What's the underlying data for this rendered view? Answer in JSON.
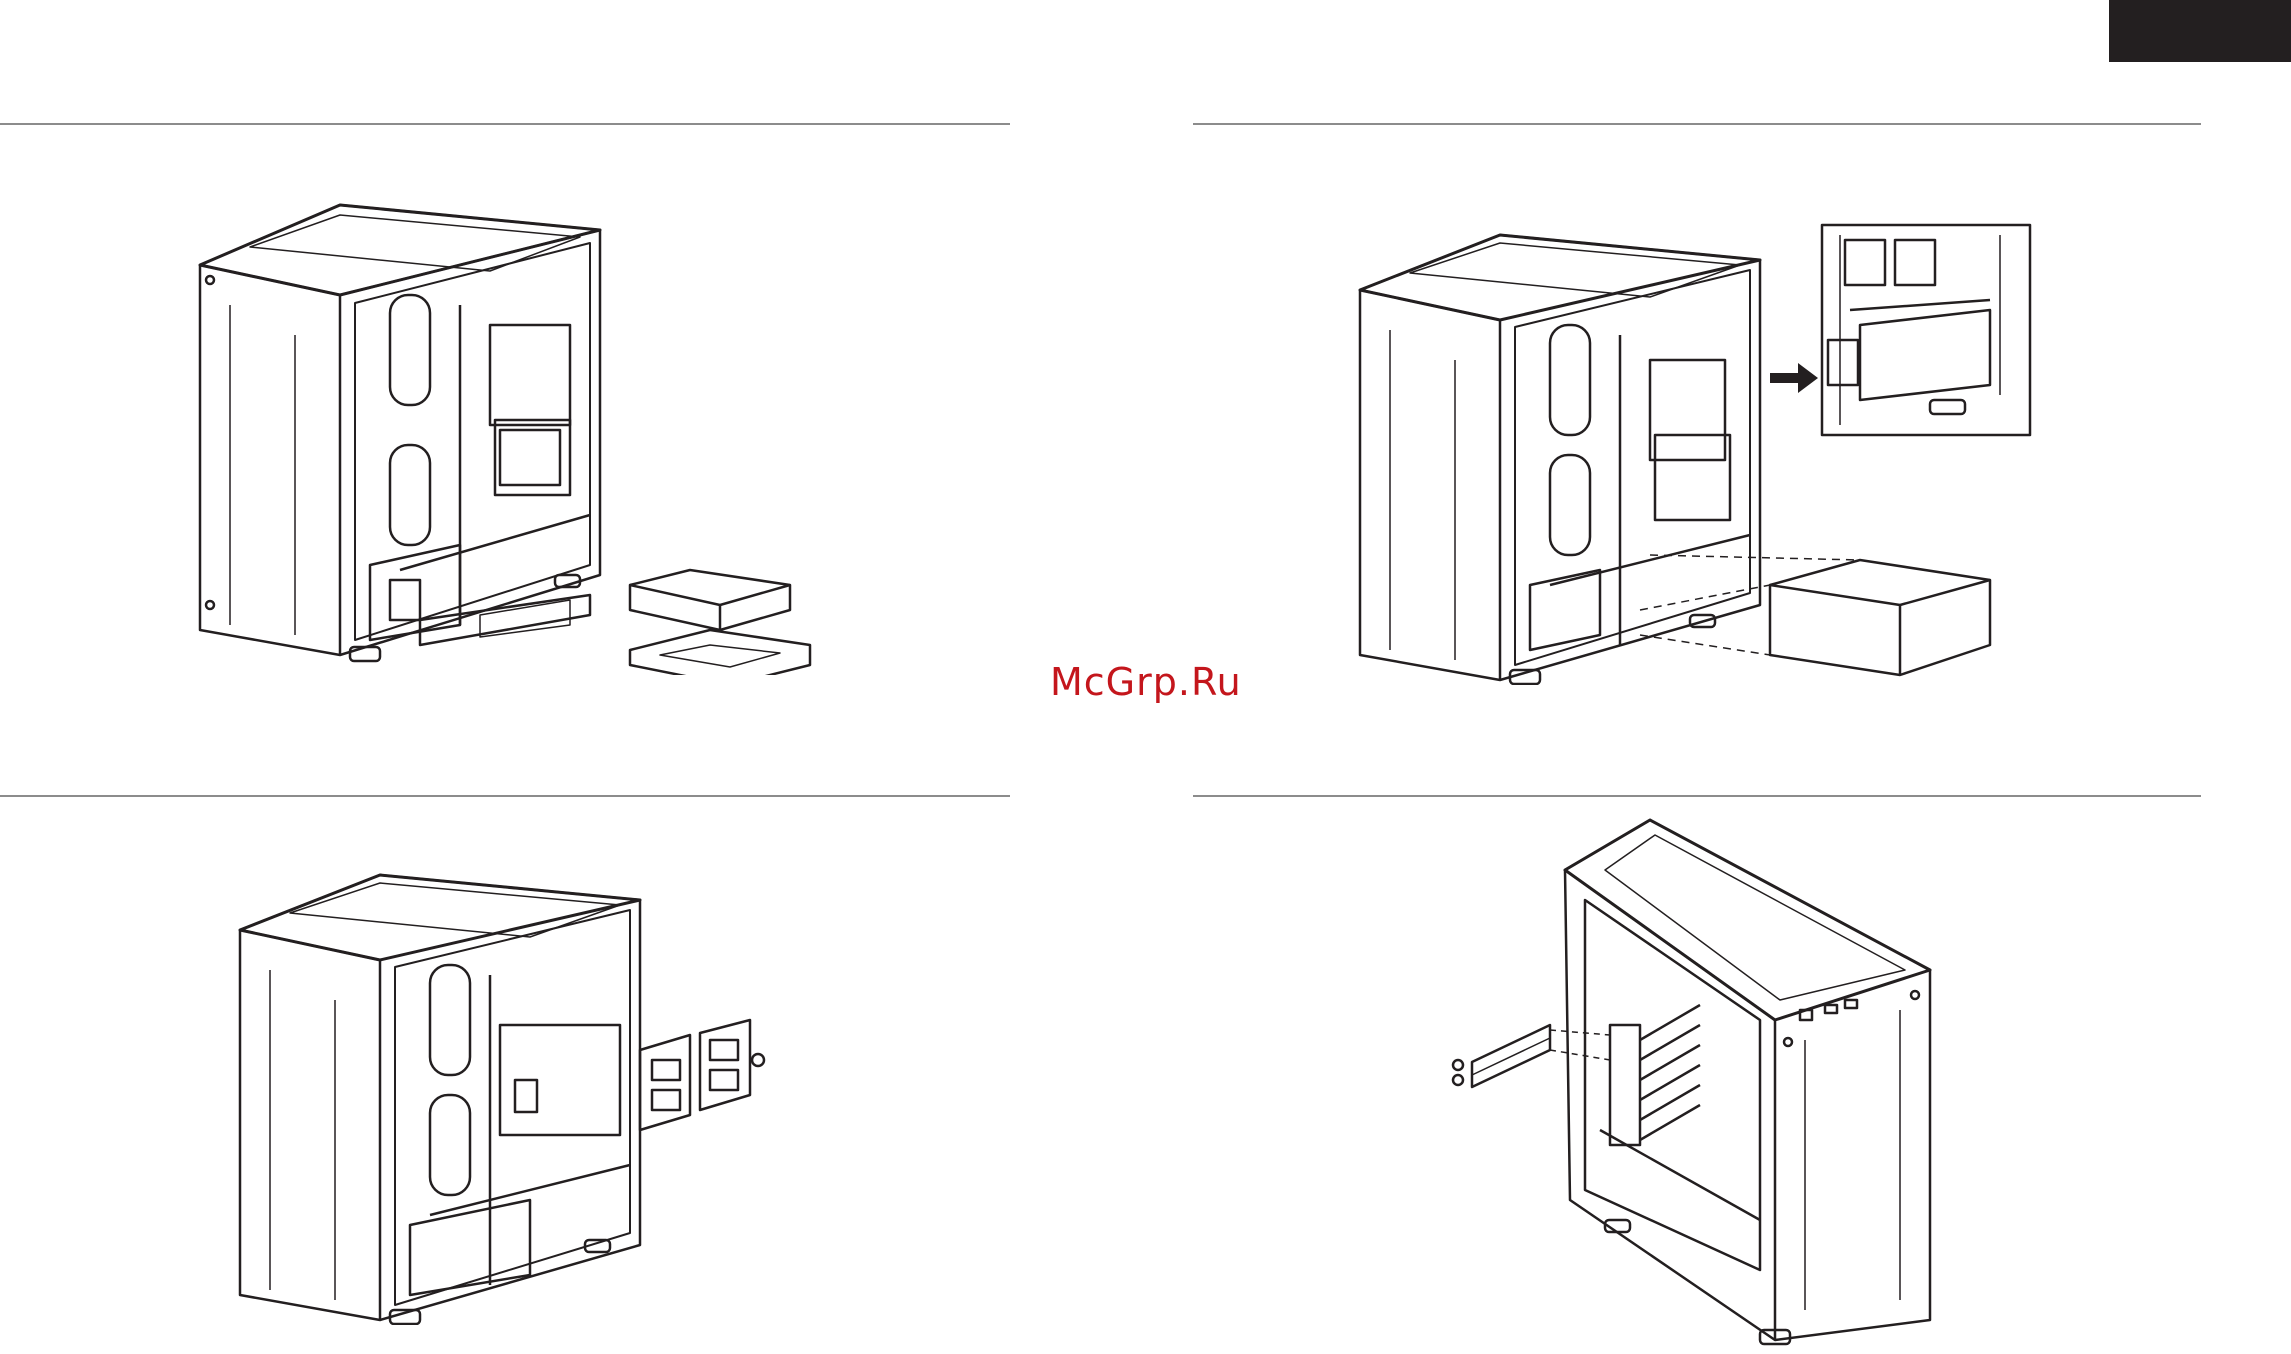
{
  "page": {
    "tab_color": "#231f20",
    "rule_color": "#8c8c8c",
    "line_color": "#231f20"
  },
  "watermark": {
    "text": "McGrp.Ru",
    "color": "#c4161c"
  },
  "figures": [
    {
      "id": "drive-tray-removal",
      "icon": "hdd-tray-icon"
    },
    {
      "id": "psu-installation",
      "icon": "psu-insert-icon"
    },
    {
      "id": "ssd-tray-removal",
      "icon": "ssd-tray-icon"
    },
    {
      "id": "pci-bracket-installation",
      "icon": "pci-bracket-icon"
    }
  ]
}
